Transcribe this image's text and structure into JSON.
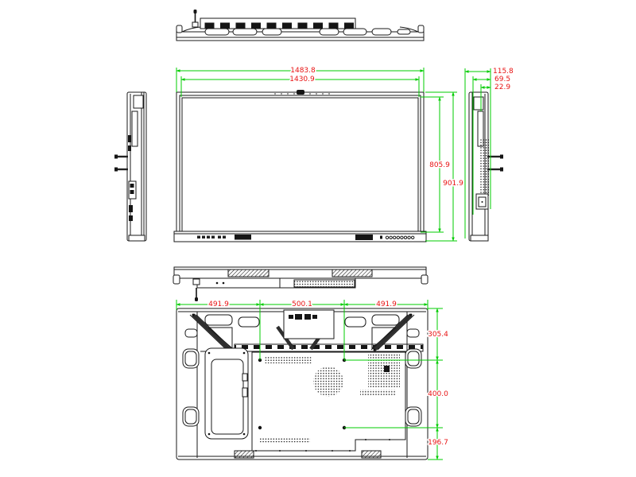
{
  "colors": {
    "dimension_line": "#00cc00",
    "dimension_text": "#e81313",
    "drawing_line": "#1a1a1a",
    "background": "#ffffff"
  },
  "dimensions": {
    "front": {
      "overall_width": "1483.8",
      "active_width": "1430.9",
      "active_height": "805.9",
      "overall_height": "901.9"
    },
    "side": {
      "depth_overall": "115.8",
      "depth_body": "69.5",
      "depth_panel": "22.9"
    },
    "back": {
      "left_span": "491.9",
      "vesa_horizontal": "500.1",
      "right_span": "491.9",
      "top_to_vesa": "305.4",
      "vesa_vertical": "400.0",
      "vesa_to_bottom": "196.7"
    }
  }
}
